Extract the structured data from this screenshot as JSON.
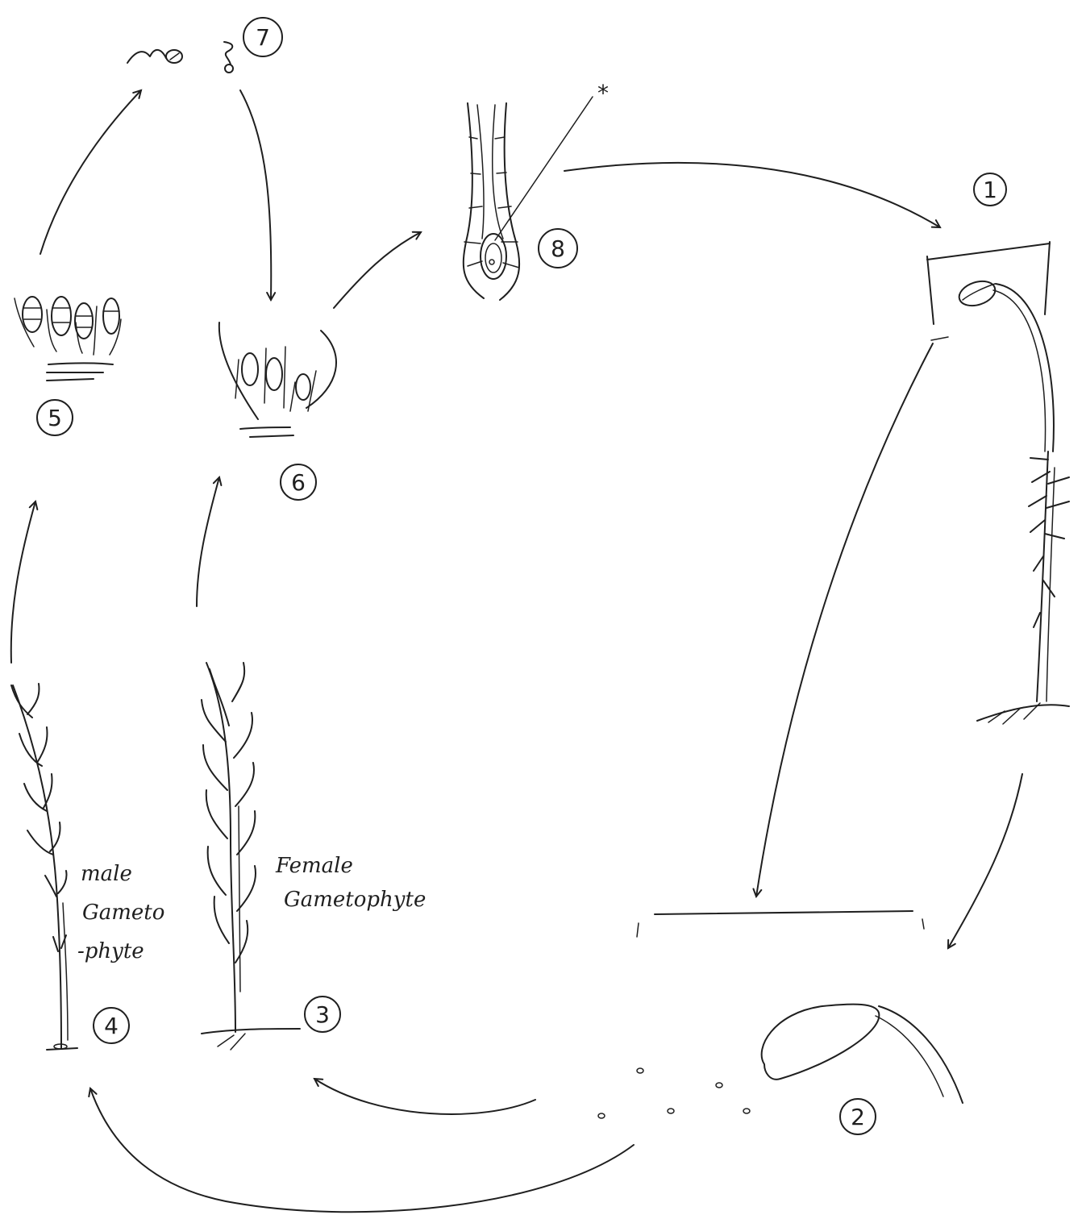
{
  "diagram": {
    "stage_numbers": [
      "1",
      "2",
      "3",
      "4",
      "5",
      "6",
      "7",
      "8"
    ],
    "labels": {
      "star_marker": "*",
      "female": [
        "Female",
        "Gametophyte"
      ],
      "male": [
        "male",
        "Gameto",
        "-phyte"
      ]
    },
    "colors": {
      "ink": "#1f1f1f",
      "paper": "#ffffff"
    }
  }
}
